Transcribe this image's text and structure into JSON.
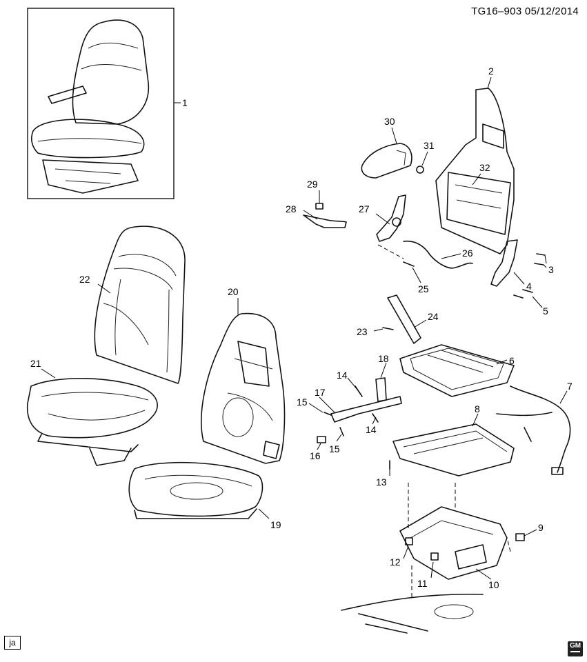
{
  "header": {
    "doc_id": "TG16–903  05/12/2014"
  },
  "callouts": [
    "1",
    "2",
    "3",
    "4",
    "5",
    "6",
    "7",
    "8",
    "9",
    "10",
    "11",
    "12",
    "13",
    "14",
    "14",
    "15",
    "15",
    "16",
    "17",
    "18",
    "19",
    "20",
    "21",
    "22",
    "23",
    "24",
    "25",
    "26",
    "27",
    "28",
    "29",
    "30",
    "31",
    "32"
  ],
  "footer": {
    "tag": "ja",
    "logo_text": "GM"
  }
}
